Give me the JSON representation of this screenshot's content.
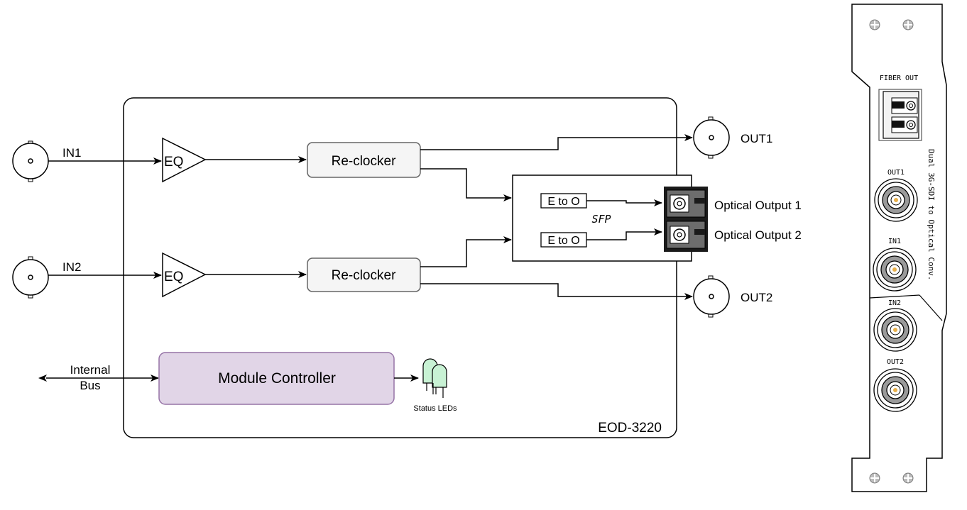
{
  "diagram": {
    "inputs": [
      {
        "label": "IN1"
      },
      {
        "label": "IN2"
      }
    ],
    "outputs": [
      {
        "label": "OUT1"
      },
      {
        "label": "OUT2"
      }
    ],
    "eq_label": "EQ",
    "reclocker_label": "Re-clocker",
    "sfp": {
      "label": "SFP",
      "converter_label": "E to O",
      "optical_outputs": [
        "Optical Output 1",
        "Optical Output 2"
      ]
    },
    "internal_bus_lines": [
      "Internal",
      "Bus"
    ],
    "module_controller_label": "Module Controller",
    "status_leds_label": "Status LEDs",
    "module_name": "EOD-3220",
    "colors": {
      "reclocker_fill": "#f5f5f5",
      "controller_fill": "#e1d5e7",
      "controller_stroke": "#9673a6",
      "led_fill": "#c8f2d4"
    }
  },
  "panel": {
    "fiber_out_label": "FIBER OUT",
    "connector_labels": [
      "OUT1",
      "IN1",
      "IN2",
      "OUT2"
    ],
    "vertical_text": "Dual 3G-SDI to Optical Conv."
  }
}
